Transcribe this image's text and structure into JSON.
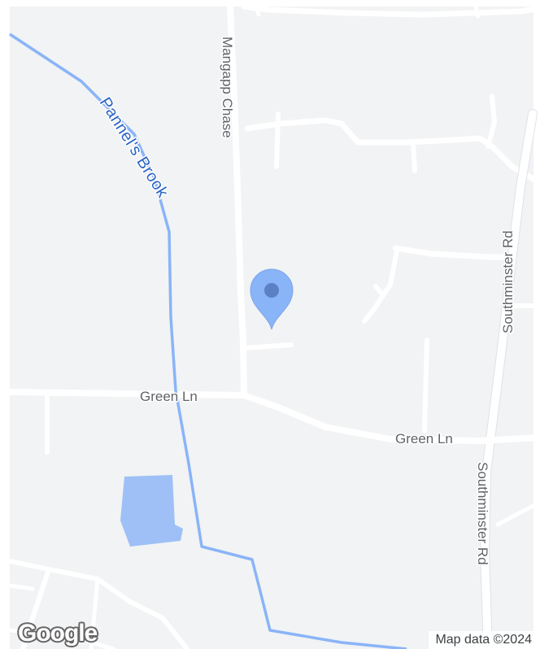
{
  "map": {
    "roads": {
      "mangapp_chase": "Mangapp Chase",
      "green_ln_west": "Green Ln",
      "green_ln_east": "Green Ln",
      "southminster_rd_north": "Southminster Rd",
      "southminster_rd_south": "Southminster Rd"
    },
    "water": {
      "brook": "Pannel's Brook"
    },
    "colors": {
      "land": "#f1f3f4",
      "road": "#ffffff",
      "water": "#9ec0f7",
      "water_line": "#8ab4f8",
      "water_label": "#2a63c3",
      "pin": "#8ab4f8",
      "pin_dot": "#5b81c4"
    }
  },
  "branding": {
    "logo": "Google",
    "attribution": "Map data ©2024"
  }
}
